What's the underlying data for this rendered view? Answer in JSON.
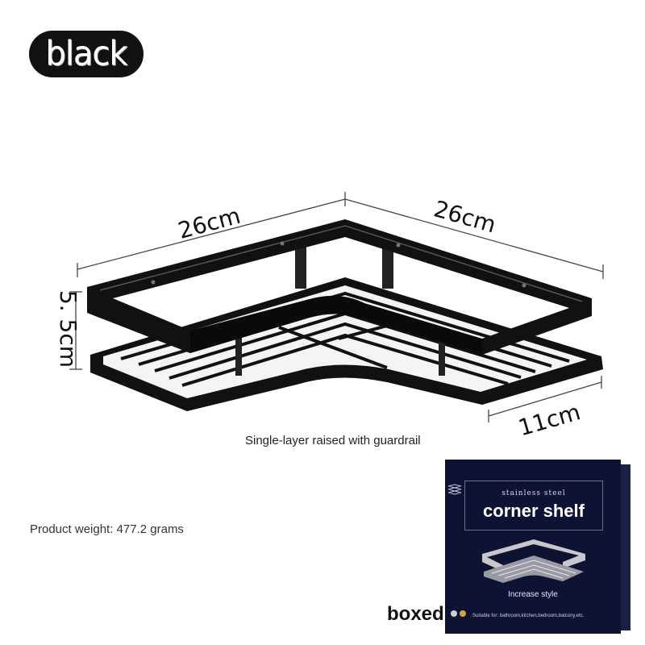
{
  "color_badge": "black",
  "dimensions": {
    "width_left": "26cm",
    "width_right": "26cm",
    "height": "5. 5cm",
    "depth": "11cm"
  },
  "caption": "Single-layer raised with guardrail",
  "weight": "Product weight: 477.2 grams",
  "boxed_label": "boxed",
  "package": {
    "subtitle": "stainless steel",
    "title": "corner shelf",
    "style_text": "Increase style",
    "suitable_text": "Suitable for: bathroom,kitchen,bedroom,balcony,etc."
  },
  "colors": {
    "background": "#ffffff",
    "shelf": "#111111",
    "package": "#0e1233"
  }
}
